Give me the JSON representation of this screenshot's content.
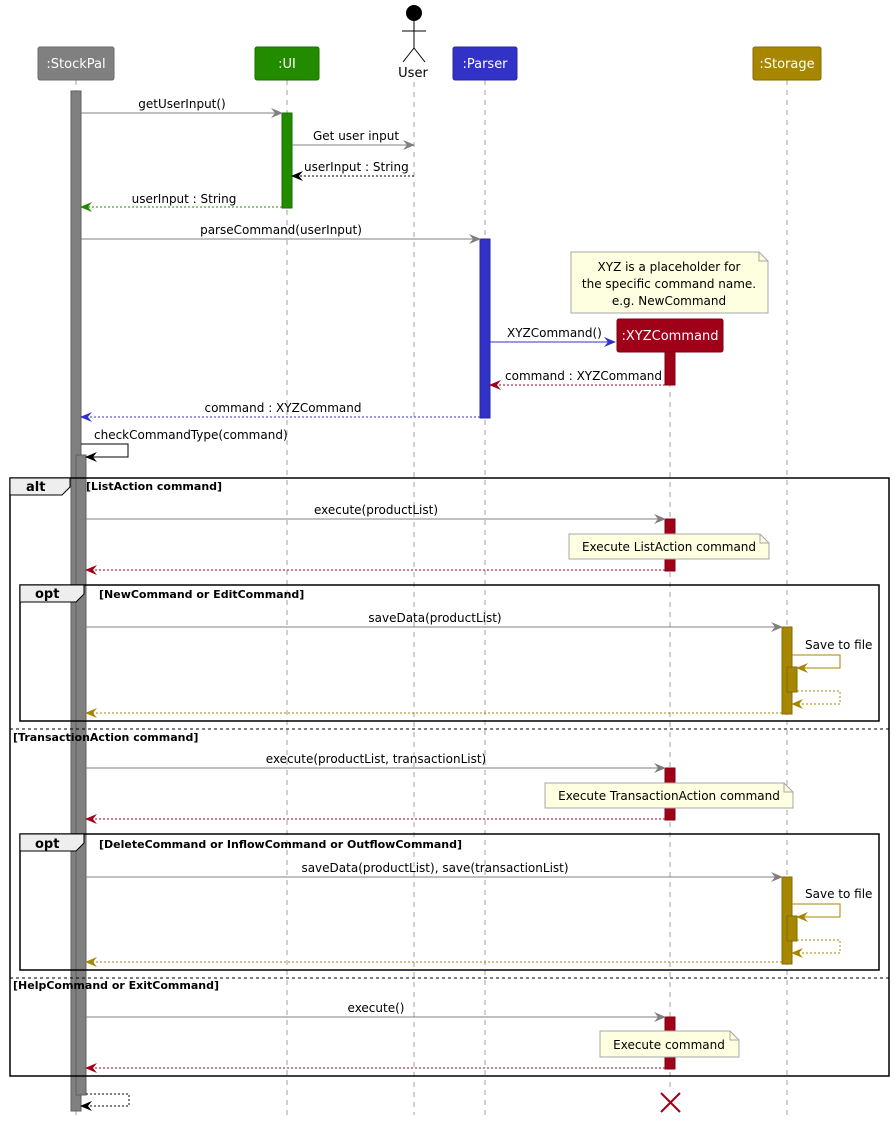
{
  "participants": {
    "stockpal": ":StockPal",
    "ui": ":UI",
    "user": "User",
    "parser": ":Parser",
    "storage": ":Storage",
    "xyz": ":XYZCommand"
  },
  "colors": {
    "stockpal": "#808080",
    "ui": "#228b00",
    "parser": "#3232c8",
    "storage": "#a88700",
    "xyz": "#a10019",
    "note_fill": "#fefee0",
    "note_stroke": "#a8a8a8"
  },
  "messages": {
    "get_user_input": "getUserInput()",
    "get_user_input_user": "Get user input",
    "user_input_return": "userInput : String",
    "user_input_return_ui": "userInput : String",
    "parse_command": "parseCommand(userInput)",
    "xyz_create": "XYZCommand()",
    "command_return_xyz": "command : XYZCommand",
    "command_return_parser": "command : XYZCommand",
    "check_type": "checkCommandType(command)",
    "execute_list": "execute(productList)",
    "save_data_1": "saveData(productList)",
    "save_to_file_1": "Save to file",
    "execute_transaction": "execute(productList, transactionList)",
    "save_data_2": "saveData(productList), save(transactionList)",
    "save_to_file_2": "Save to file",
    "execute_plain": "execute()"
  },
  "notes": {
    "placeholder": [
      "XYZ is a placeholder for",
      "the specific command name.",
      "e.g. NewCommand"
    ],
    "list": "Execute ListAction command",
    "transaction": "Execute TransactionAction command",
    "execute": "Execute command"
  },
  "fragments": {
    "alt_tag": "alt",
    "alt_guard_1": "[ListAction command]",
    "alt_guard_2": "[TransactionAction command]",
    "alt_guard_3": "[HelpCommand or ExitCommand]",
    "opt1_tag": "opt",
    "opt1_guard": "[NewCommand or EditCommand]",
    "opt2_tag": "opt",
    "opt2_guard": "[DeleteCommand or InflowCommand or OutflowCommand]"
  }
}
